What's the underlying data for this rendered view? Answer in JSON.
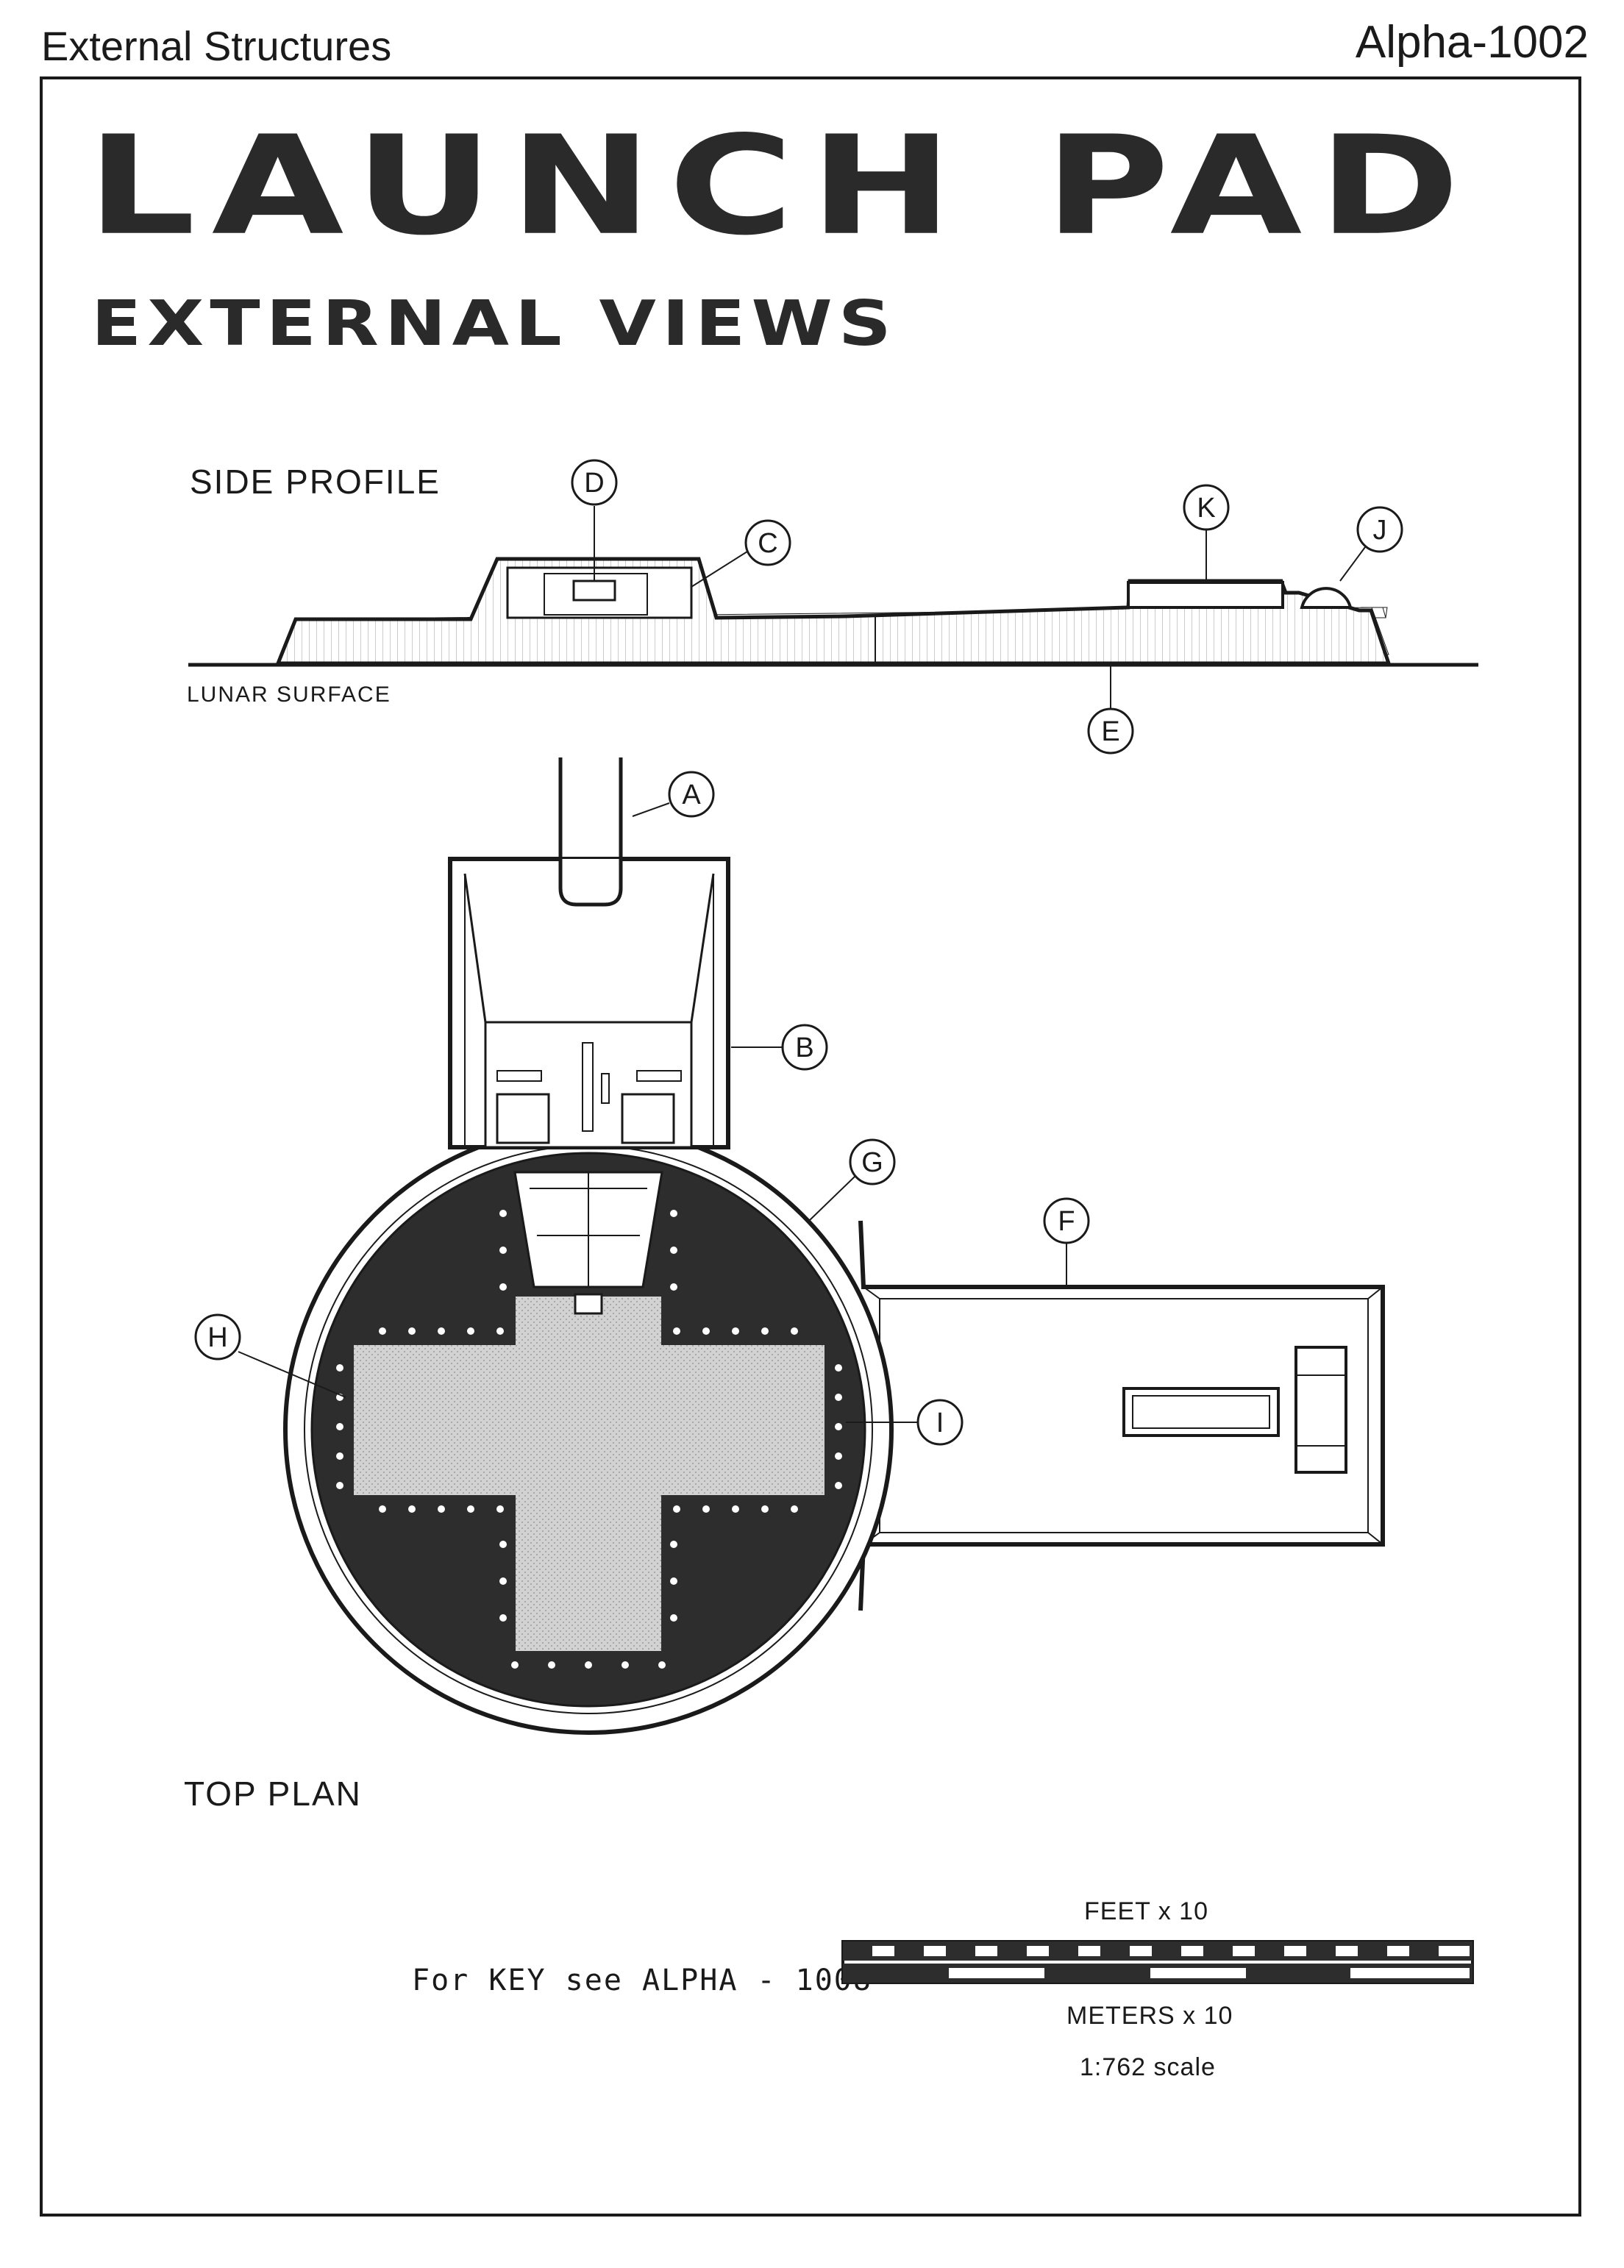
{
  "header": {
    "section": "External Structures",
    "code": "Alpha-1002"
  },
  "title": "LAUNCH PAD",
  "subtitle": "EXTERNAL VIEWS",
  "side_profile": {
    "label": "SIDE PROFILE",
    "surface_label": "LUNAR SURFACE"
  },
  "top_plan": {
    "label": "TOP PLAN"
  },
  "callouts": [
    "A",
    "B",
    "C",
    "D",
    "E",
    "F",
    "G",
    "H",
    "I",
    "J",
    "K"
  ],
  "key_note": "For KEY see ALPHA - 1008",
  "scale": {
    "feet_label": "FEET x 10",
    "meters_label": "METERS x 10",
    "ratio": "1:762 scale"
  }
}
